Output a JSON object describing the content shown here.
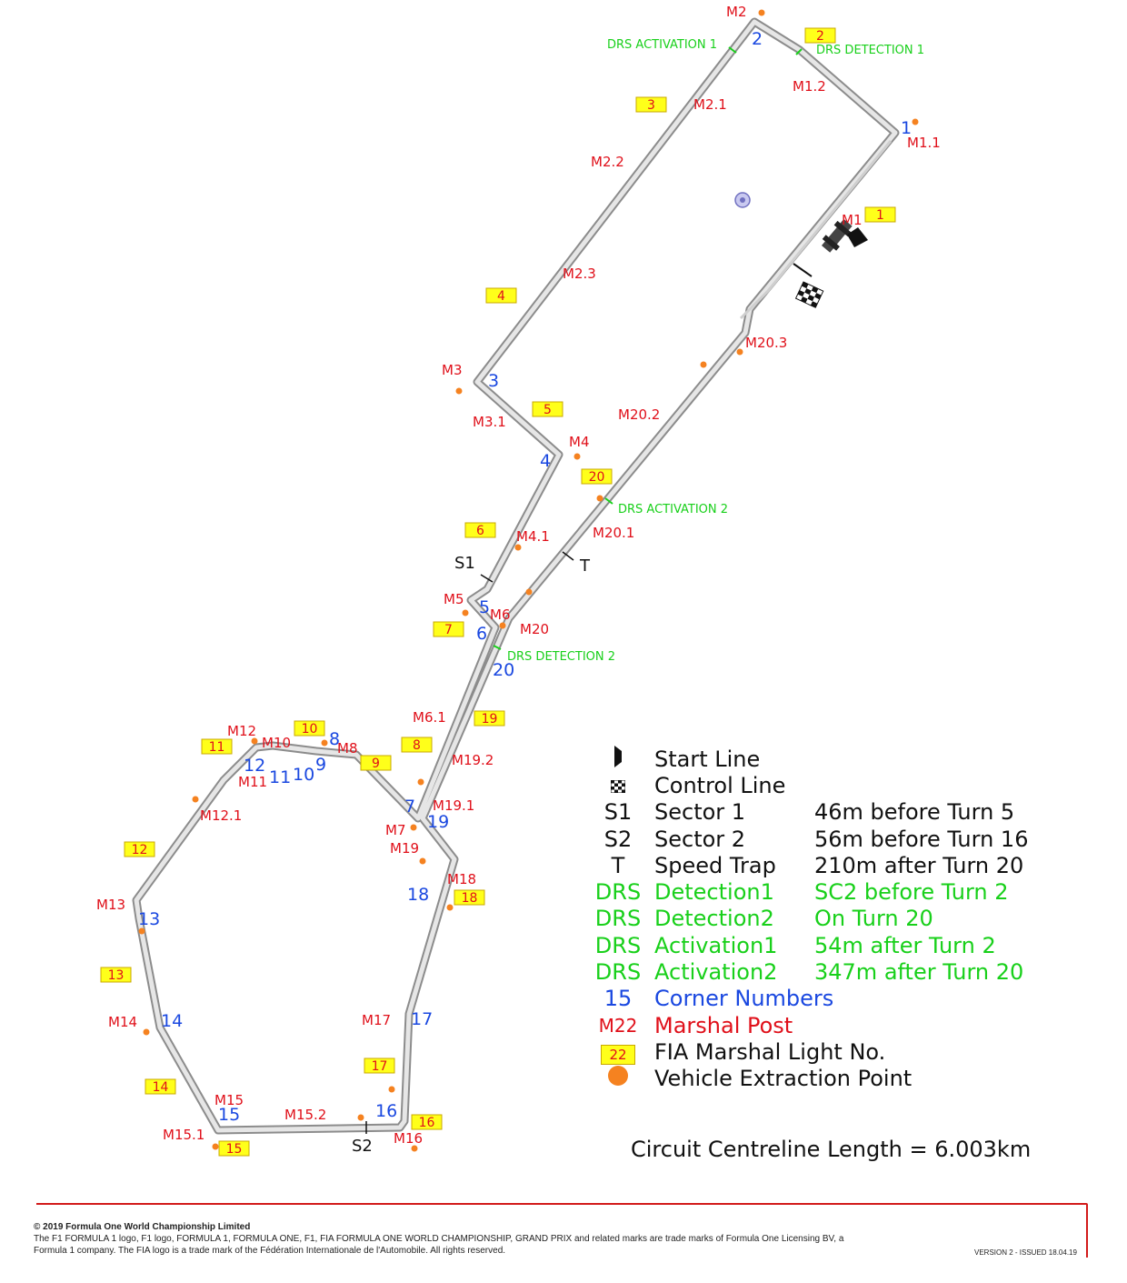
{
  "corners": [
    "1",
    "2",
    "3",
    "4",
    "5",
    "6",
    "7",
    "8",
    "9",
    "10",
    "11",
    "12",
    "13",
    "14",
    "15",
    "16",
    "17",
    "18",
    "19",
    "20"
  ],
  "marshal_posts": [
    "M1",
    "M1.1",
    "M1.2",
    "M2",
    "M2.1",
    "M2.2",
    "M2.3",
    "M3",
    "M3.1",
    "M4",
    "M4.1",
    "M5",
    "M6",
    "M6.1",
    "M7",
    "M8",
    "M10",
    "M11",
    "M12",
    "M12.1",
    "M13",
    "M14",
    "M15",
    "M15.1",
    "M15.2",
    "M16",
    "M17",
    "M18",
    "M19",
    "M19.1",
    "M19.2",
    "M20",
    "M20.1",
    "M20.2",
    "M20.3"
  ],
  "marshal_lights": [
    "1",
    "2",
    "3",
    "4",
    "5",
    "6",
    "7",
    "8",
    "9",
    "10",
    "11",
    "12",
    "13",
    "14",
    "15",
    "16",
    "17",
    "18",
    "19",
    "20"
  ],
  "drs_labels": {
    "activation_1": "DRS ACTIVATION 1",
    "detection_1": "DRS DETECTION 1",
    "activation_2": "DRS ACTIVATION 2",
    "detection_2": "DRS DETECTION 2"
  },
  "timing_labels": {
    "s1": "S1",
    "s2": "S2",
    "t": "T"
  },
  "legend": {
    "start_line": "Start Line",
    "control_line": "Control Line",
    "rows": [
      {
        "sym": "S1",
        "name": "Sector 1",
        "value": "46m before Turn 5",
        "color": "#111111"
      },
      {
        "sym": "S2",
        "name": "Sector 2",
        "value": "56m before Turn 16",
        "color": "#111111"
      },
      {
        "sym": "T",
        "name": "Speed Trap",
        "value": "210m after Turn 20",
        "color": "#111111"
      },
      {
        "sym": "DRS",
        "name": "Detection1",
        "value": "SC2 before Turn 2",
        "color": "#18d01a"
      },
      {
        "sym": "DRS",
        "name": "Detection2",
        "value": "On Turn 20",
        "color": "#18d01a"
      },
      {
        "sym": "DRS",
        "name": "Activation1",
        "value": "54m after Turn 2",
        "color": "#18d01a"
      },
      {
        "sym": "DRS",
        "name": "Activation2",
        "value": "347m after Turn 20",
        "color": "#18d01a"
      }
    ],
    "corner_numbers": {
      "sym": "15",
      "name": "Corner Numbers"
    },
    "marshal_post": {
      "sym": "M22",
      "name": "Marshal Post"
    },
    "marshal_light": {
      "sym": "22",
      "name": "FIA Marshal Light No."
    },
    "extraction": {
      "name": "Vehicle Extraction Point"
    }
  },
  "circuit_length": "Circuit Centreline Length = 6.003km",
  "footer": {
    "copyright": "© 2019 Formula One World Championship Limited",
    "line1": "The F1 FORMULA 1 logo, F1 logo, FORMULA 1, FORMULA ONE, F1, FIA FORMULA ONE WORLD CHAMPIONSHIP, GRAND PRIX and related marks are trade marks of Formula One Licensing BV, a",
    "line2": "Formula 1 company. The FIA logo is a trade mark of the Fédération Internationale de l'Automobile. All rights reserved.",
    "version": "VERSION 2 - ISSUED 18.04.19"
  },
  "colors": {
    "marshal_red": "#e0101a",
    "corner_blue": "#1a48e0",
    "drs_green": "#18d01a",
    "light_yellow": "#ffff1a",
    "extraction_orange": "#f58220",
    "track_grey": "#b5b5b5"
  }
}
